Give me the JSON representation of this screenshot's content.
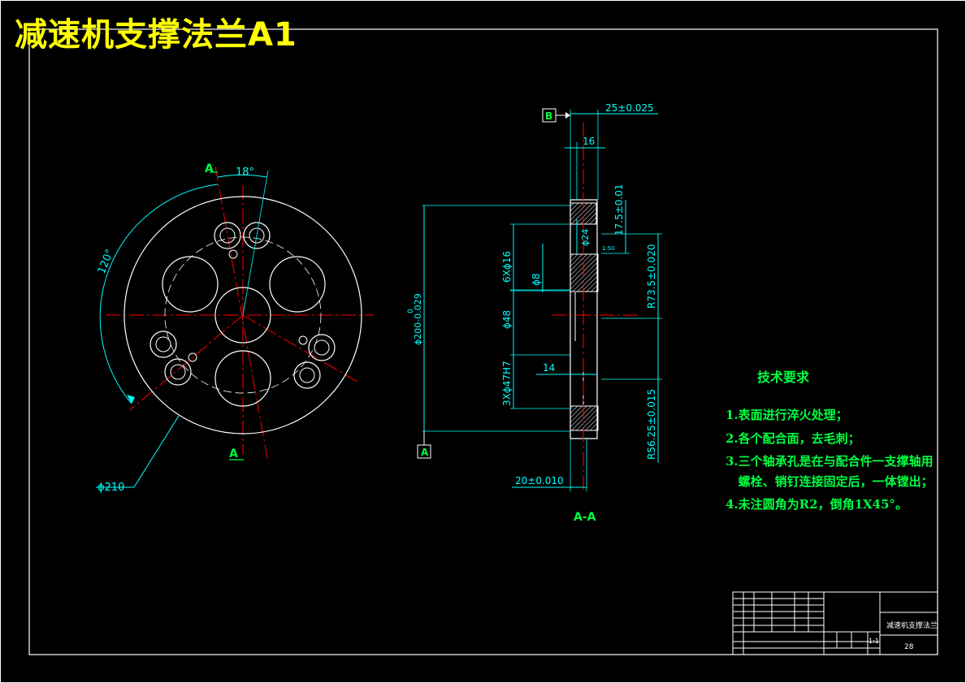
{
  "title": "减速机支撑法兰A1",
  "colors": {
    "background": "#000000",
    "frame": "#ffffff",
    "dimension": "#00ffff",
    "centerline": "#ff0000",
    "text_green": "#00ff40",
    "title_yellow": "#ffff00"
  },
  "front_view": {
    "section_mark": "A",
    "angle_18": "18°",
    "angle_120": "120°",
    "dia_label": "ϕ210"
  },
  "section_view": {
    "datum_b": "B",
    "datum_a": "A",
    "dim_25": "25±0.025",
    "dim_16": "16",
    "dim_17_5": "17.5±0.01",
    "dim_d24": "ϕ24",
    "dim_1_50": "1:50",
    "dim_6xd16": "6Xϕ16",
    "dim_d8": "ϕ8",
    "dim_r73_5": "R73.5±0.020",
    "dim_d200": "ϕ200-0.029",
    "dim_d200_up": "0",
    "dim_d48": "ϕ48",
    "dim_14": "14",
    "dim_3xd47h7": "3Xϕ47H7",
    "dim_r56_25": "R56.25±0.015",
    "dim_20": "20±0.010",
    "section_label": "A-A"
  },
  "tech_requirements": {
    "heading": "技术要求",
    "items": [
      "1.表面进行淬火处理；",
      "2.各个配合面，去毛刺；",
      "3.三个轴承孔是在与配合件一支撑轴用",
      "   螺栓、销钉连接固定后，一体镗出；",
      "4.未注圆角为R2，倒角1X45°。"
    ]
  },
  "title_block": {
    "part_name": "减速机支撑法兰",
    "scale": "1:1",
    "sheet_no": "28"
  }
}
